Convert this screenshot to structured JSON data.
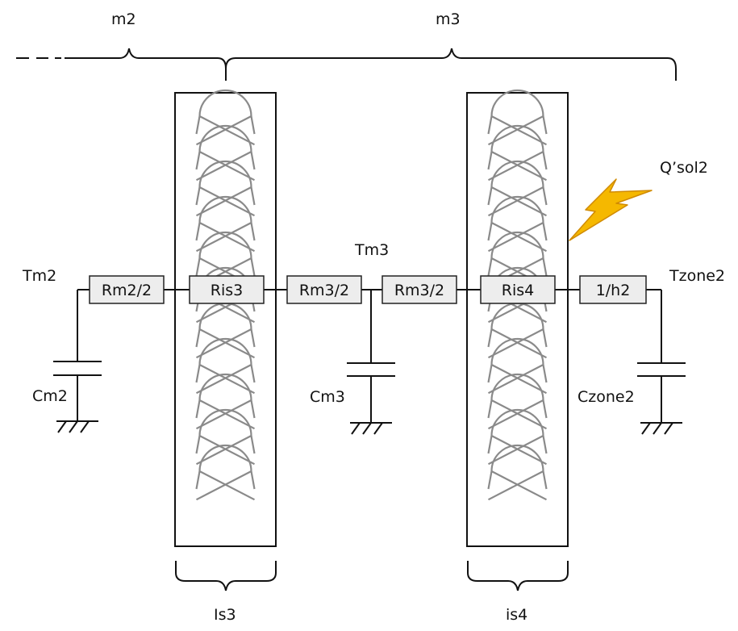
{
  "labels": {
    "m2": "m2",
    "m3": "m3",
    "is3": "Is3",
    "is4": "is4",
    "tm2": "Tm2",
    "tm3": "Tm3",
    "tzone2": "Tzone2",
    "cm2": "Cm2",
    "cm3": "Cm3",
    "czone2": "Czone2",
    "qsol2": "Q’sol2"
  },
  "resistors": {
    "rm2_half": "Rm2/2",
    "ris3": "Ris3",
    "rm3_half_a": "Rm3/2",
    "rm3_half_b": "Rm3/2",
    "ris4": "Ris4",
    "inv_h2": "1/h2"
  },
  "colors": {
    "bolt": "#f5b800",
    "bolt_outline": "#d08a00",
    "resistor_fill": "#ededed",
    "insulation_coil": "#8a8a8a"
  },
  "icons": {
    "sun": "lightning-bolt-icon",
    "ground": "ground-icon",
    "capacitor": "capacitor-icon"
  }
}
